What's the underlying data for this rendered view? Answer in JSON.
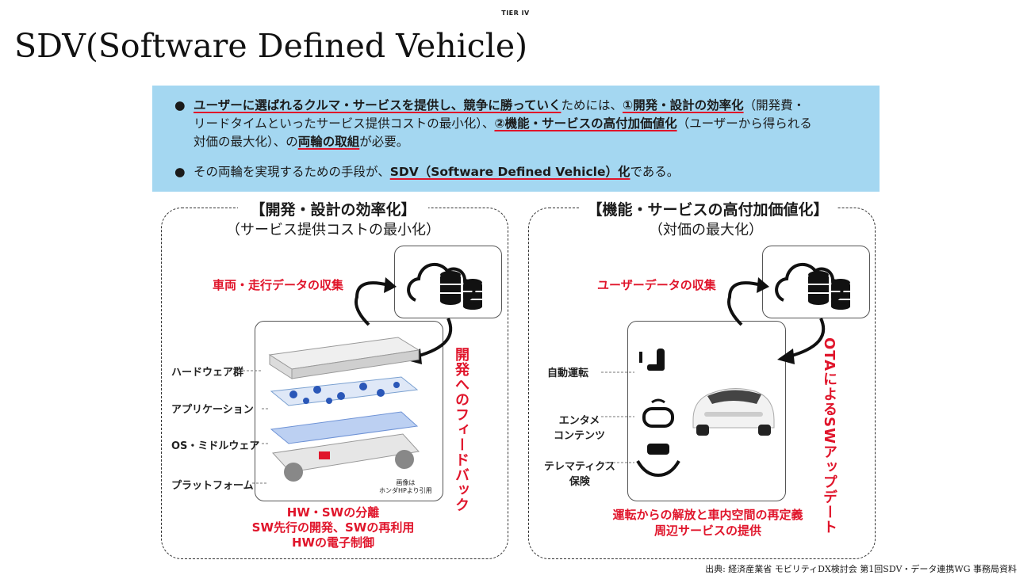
{
  "header": {
    "logo": "TIER IV",
    "title": "SDV(Software Defined Vehicle)"
  },
  "banner": {
    "bullet1": {
      "u1": "ユーザーに選ばれるクルマ・サービスを提供し、競争に勝っていく",
      "t1": "ためには、",
      "u2": "①開発・設計の効率化",
      "t2": "（開発費・",
      "line2a": "リードタイムといったサービス提供コストの最小化）、",
      "u3": "②機能・サービスの高付加価値化",
      "t3": "（ユーザーから得られる",
      "line3a": "対価の最大化）、の",
      "u4": "両輪の取組",
      "t4": "が必要。"
    },
    "bullet2": {
      "t1": "その両輪を実現するための手段が、",
      "u1": "SDV（Software Defined Vehicle）化",
      "t2": "である。"
    },
    "bullet_char": "●"
  },
  "left_panel": {
    "title": "【開発・設計の効率化】",
    "subtitle": "（サービス提供コストの最小化）",
    "collect": "車両・走行データの収集",
    "feedback": "開発へのフィードバック",
    "labels": [
      "ハードウェア群",
      "アプリケーション",
      "OS・ミドルウェア",
      "プラットフォーム"
    ],
    "image_note": [
      "画像は",
      "ホンダHPより引用"
    ],
    "bottom": [
      "HW・SWの分離",
      "SW先行の開発、SWの再利用",
      "HWの電子制御"
    ]
  },
  "right_panel": {
    "title": "【機能・サービスの高付加価値化】",
    "subtitle": "（対価の最大化）",
    "collect": "ユーザーデータの収集",
    "ota": "OTAによるSWアップデート",
    "labels": [
      "自動運転",
      "エンタメ",
      "コンテンツ",
      "テレマティクス",
      "保険"
    ],
    "bottom": [
      "運転からの解放と車内空間の再定義",
      "周辺サービスの提供"
    ]
  },
  "footer": {
    "source": "出典: 経済産業省 モビリティDX検討会 第1回SDV・データ連携WG 事務局資料"
  },
  "colors": {
    "accent_red": "#e0152b",
    "banner_bg": "#a4d7f1"
  },
  "icons": [
    "cloud-database-icon",
    "seat-icon",
    "game-controller-icon",
    "car-insurance-icon"
  ]
}
